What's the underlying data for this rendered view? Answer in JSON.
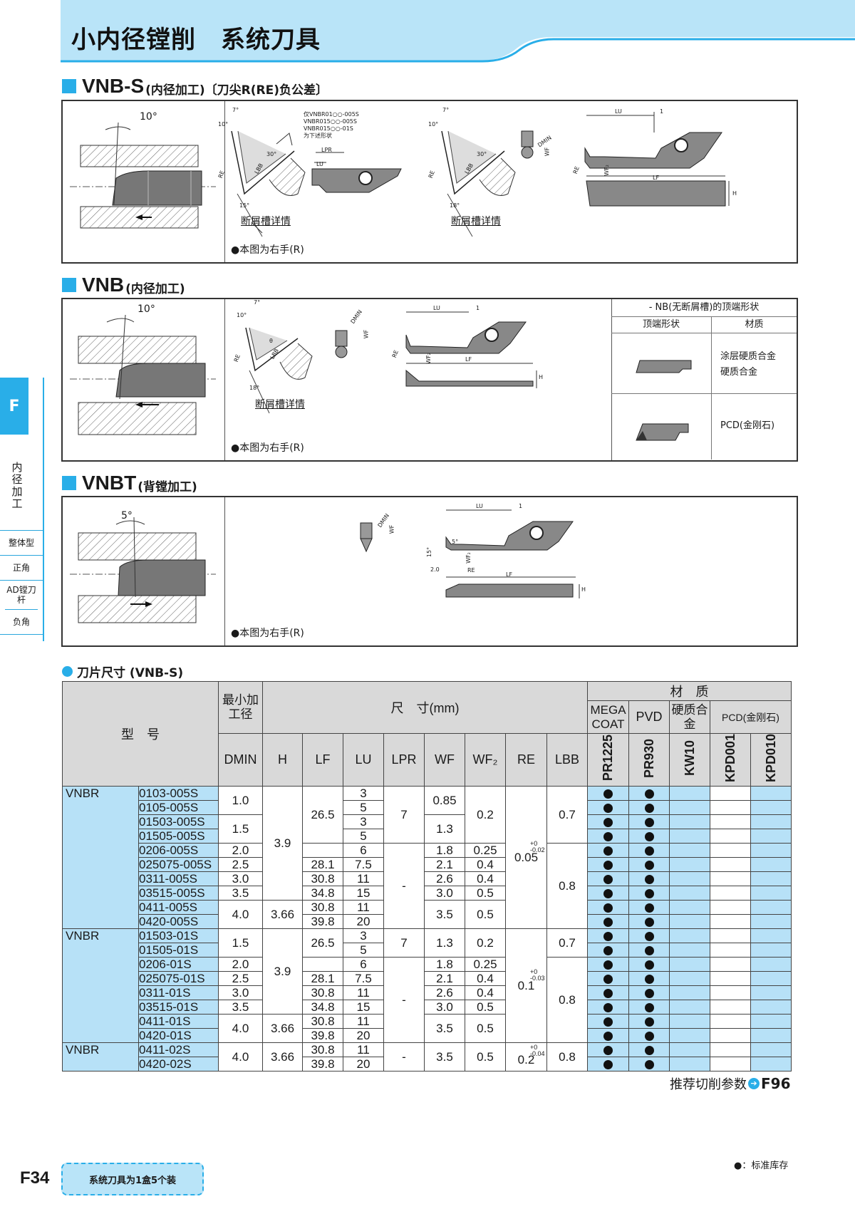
{
  "header": {
    "title": "小内径镗削　系统刀具"
  },
  "sections": {
    "vnbs": {
      "code": "VNB-S",
      "desc": "(内径加工)〔刀尖R(RE)负公差〕"
    },
    "vnb": {
      "code": "VNB",
      "desc": "(内径加工)"
    },
    "vnbt": {
      "code": "VNBT",
      "desc": "(背镗加工)"
    }
  },
  "labels": {
    "chip_detail": "断屑槽详情",
    "right_hand_note": "●本图为右手(R)",
    "angle_10": "10°",
    "angle_7": "7°",
    "angle_30": "30°",
    "angle_15": "15°",
    "angle_18": "18°",
    "angle_5": "5°",
    "angle_15b": "15°",
    "angle_5b": "5°",
    "theta": "θ",
    "re": "RE",
    "lbb": "LBB",
    "lpr": "LPR",
    "lu": "LU",
    "lf": "LF",
    "wf": "WF",
    "wf2": "WF₂",
    "h": "H",
    "dmin": "DMIN",
    "one": "1",
    "two_zero": "2.0",
    "note_models": [
      "仅VNBR01○○-005S",
      "VNBR015○○-005S",
      "VNBR015○○-01S",
      "为下述形状"
    ]
  },
  "nb_box": {
    "title": "- NB(无断屑槽)的顶端形状",
    "col1": "顶端形状",
    "col2": "材质",
    "mat1a": "涂层硬质合金",
    "mat1b": "硬质合金",
    "mat2": "PCD(金刚石)"
  },
  "sidebar": {
    "tab": "F",
    "vertical": "内径加工",
    "items": [
      "整体型",
      "正角",
      "AD镗刀杆",
      "负角"
    ]
  },
  "table": {
    "caption": "刀片尺寸 (VNB-S)",
    "h_model": "型　号",
    "h_min": "最小加工径",
    "h_dims": "尺　寸(mm)",
    "h_material": "材　质",
    "h_mega": "MEGA COAT",
    "h_pvd": "PVD",
    "h_carbide": "硬质合金",
    "h_pcd": "PCD(金刚石)",
    "cols": [
      "DMIN",
      "H",
      "LF",
      "LU",
      "LPR",
      "WF",
      "WF₂",
      "RE",
      "LBB"
    ],
    "grades": [
      "PR1225",
      "PR930",
      "KW10",
      "KPD001",
      "KPD010"
    ],
    "groups": [
      {
        "name": "VNBR",
        "rows": [
          "0103-005S",
          "0105-005S",
          "01503-005S",
          "01505-005S",
          "0206-005S",
          "025075-005S",
          "0311-005S",
          "03515-005S",
          "0411-005S",
          "0420-005S"
        ]
      },
      {
        "name": "VNBR",
        "rows": [
          "01503-01S",
          "01505-01S",
          "0206-01S",
          "025075-01S",
          "0311-01S",
          "03515-01S",
          "0411-01S",
          "0420-01S"
        ]
      },
      {
        "name": "VNBR",
        "rows": [
          "0411-02S",
          "0420-02S"
        ]
      }
    ],
    "v": {
      "d10": "1.0",
      "d15": "1.5",
      "d20": "2.0",
      "d25": "2.5",
      "d30": "3.0",
      "d35": "3.5",
      "d40": "4.0",
      "h39": "3.9",
      "h366": "3.66",
      "lf265": "26.5",
      "lf281": "28.1",
      "lf308": "30.8",
      "lf348": "34.8",
      "lf398": "39.8",
      "lu3": "3",
      "lu5": "5",
      "lu6": "6",
      "lu75": "7.5",
      "lu11": "11",
      "lu15": "15",
      "lu20": "20",
      "lpr7": "7",
      "dash": "-",
      "wf085": "0.85",
      "wf13": "1.3",
      "wf18": "1.8",
      "wf21": "2.1",
      "wf26": "2.6",
      "wf30": "3.0",
      "wf35": "3.5",
      "wf2_02": "0.2",
      "wf2_025": "0.25",
      "wf2_04": "0.4",
      "wf2_05": "0.5",
      "re005": "0.05",
      "re01": "0.1",
      "re02": "0.2",
      "tol0": "+0",
      "tol002": "-0.02",
      "tol003": "-0.03",
      "tol004": "-0.04",
      "lbb07": "0.7",
      "lbb08": "0.8"
    }
  },
  "footer": {
    "recommend": "推荐切削参数",
    "recommend_ref": "F96",
    "legend": "●：标准库存",
    "page": "F34",
    "box_note": "系统刀具为1盒5个装"
  },
  "colors": {
    "accent": "#29aee8",
    "header_bg": "#b9e4f8",
    "table_blue": "#b7e1f7",
    "table_head": "#d9d9d9"
  }
}
